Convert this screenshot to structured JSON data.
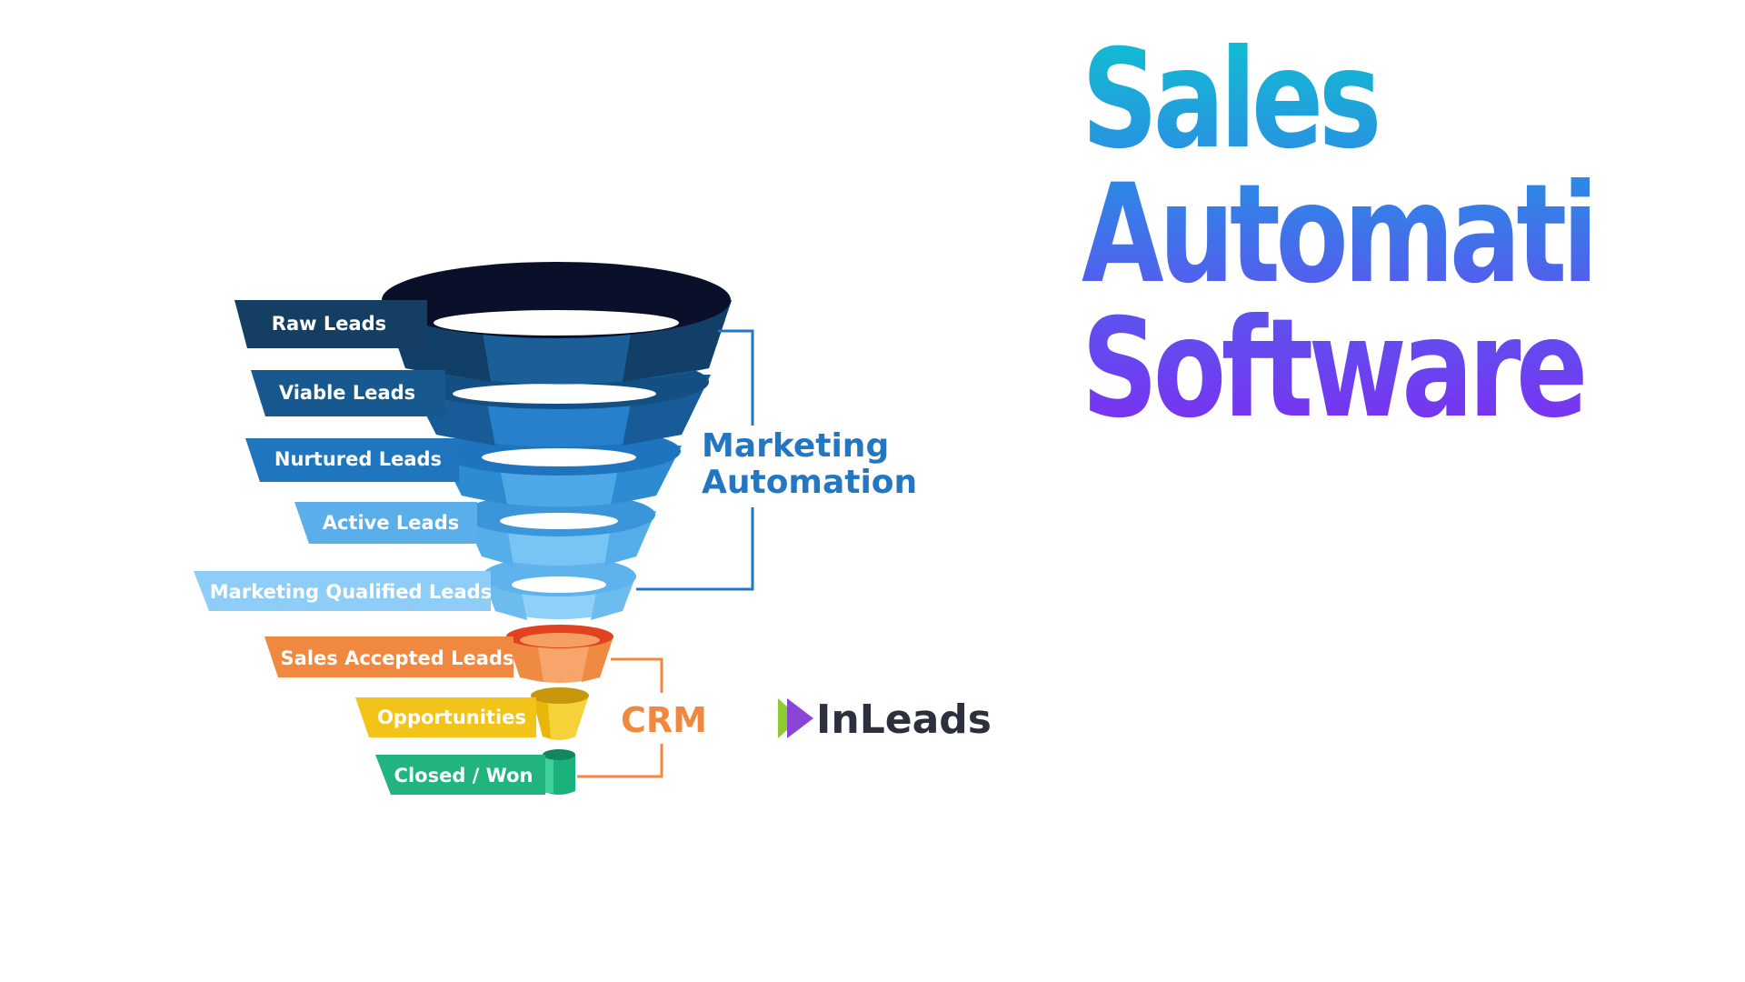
{
  "headline": {
    "line1": "Sales",
    "line2": "Automation",
    "line3": "Software"
  },
  "funnel": {
    "stages": [
      {
        "label": "Raw Leads",
        "color": "#143f63"
      },
      {
        "label": "Viable Leads",
        "color": "#17588f"
      },
      {
        "label": "Nurtured Leads",
        "color": "#1f76bf"
      },
      {
        "label": "Active Leads",
        "color": "#5aaee9"
      },
      {
        "label": "Marketing Qualified Leads",
        "color": "#8ecdf7"
      },
      {
        "label": "Sales Accepted Leads",
        "color": "#f0883f"
      },
      {
        "label": "Opportunities",
        "color": "#f2c318"
      },
      {
        "label": "Closed / Won",
        "color": "#21b47e"
      }
    ],
    "groups": {
      "marketing_line1": "Marketing",
      "marketing_line2": "Automation",
      "crm": "CRM"
    }
  },
  "brand": {
    "name": "InLeads",
    "icon": "double-play-arrow-icon",
    "colors": {
      "arrow_front": "#8a44d6",
      "arrow_back": "#8ccc2f",
      "text": "#2b2f3e"
    }
  },
  "colors": {
    "marketing_bracket": "#2377c2",
    "crm_bracket": "#f0883f",
    "funnel_rim": "#0a1029"
  }
}
